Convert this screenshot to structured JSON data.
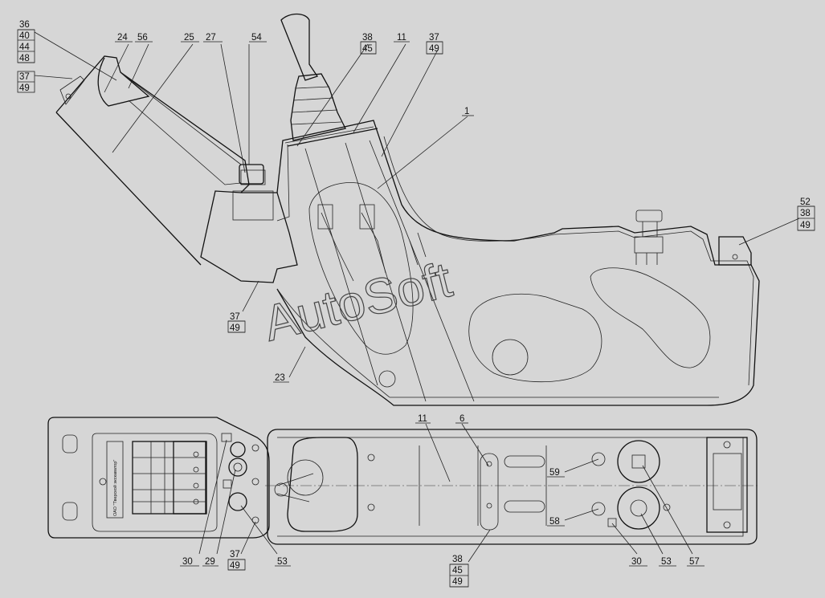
{
  "watermark": "AutoSoft",
  "nameplate_text": "ОАО \"Тверской экскаватор\"",
  "callouts": {
    "c36": [
      "36",
      "40",
      "44",
      "48"
    ],
    "c37a": [
      "37",
      "49"
    ],
    "c24": "24",
    "c56": "56",
    "c25": "25",
    "c27": "27",
    "c54": "54",
    "c38a": [
      "38",
      "45"
    ],
    "c11a": "11",
    "c37b": [
      "37",
      "49"
    ],
    "c1": "1",
    "c52": [
      "52",
      "38",
      "49"
    ],
    "c37c": [
      "37",
      "49"
    ],
    "c23": "23",
    "c11b": "11",
    "c6": "6",
    "c59": "59",
    "c58": "58",
    "c30a": "30",
    "c29": "29",
    "c53a": "53",
    "c37d": [
      "37",
      "49"
    ],
    "c38b": [
      "38",
      "45",
      "49"
    ],
    "c30b": "30",
    "c53b": "53",
    "c57": "57"
  }
}
